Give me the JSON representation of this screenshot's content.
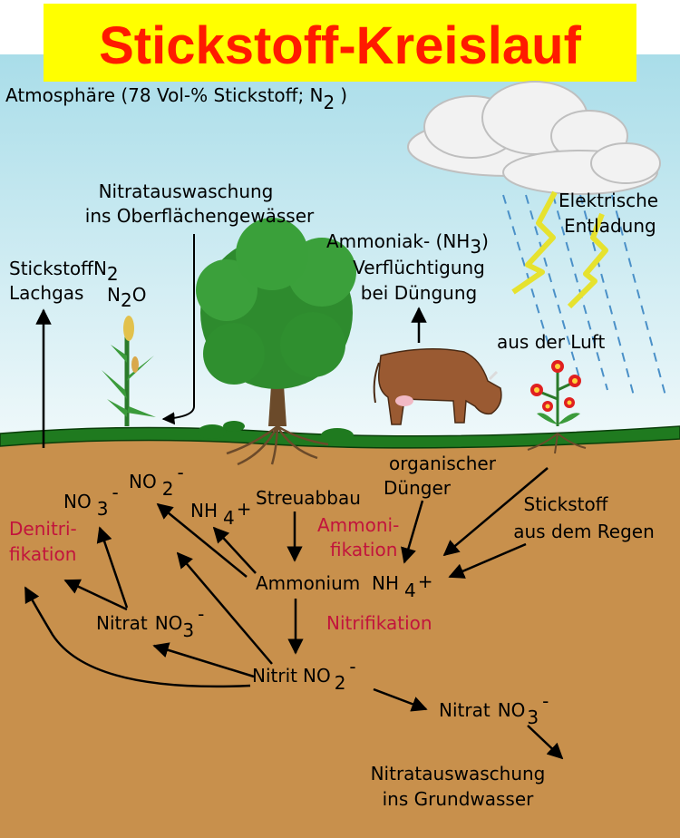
{
  "title": "Stickstoff-Kreislauf",
  "atmosphere": {
    "text": "Atmosphäre (78 Vol-% Stickstoff; N",
    "sub": "2",
    "close": ")"
  },
  "labels": {
    "leaching_surface_1": "Nitratauswaschung",
    "leaching_surface_2": "ins Oberflächengewässer",
    "nitrogen": "Stickstoff",
    "n2_n": "N",
    "n2_sub": "2",
    "laughing_gas": "Lachgas",
    "n2o_n": "N",
    "n2o_sub": "2",
    "n2o_o": "O",
    "ammonia_1": "Ammoniak- (NH",
    "ammonia_sub": "3",
    "ammonia_close": ")",
    "ammonia_2": "Verflüchtigung",
    "ammonia_3": "bei Düngung",
    "lightning_1": "Elektrische",
    "lightning_2": "Entladung",
    "from_air": "aus der Luft",
    "organic_1": "organischer",
    "organic_2": "Dünger",
    "rain_1": "Stickstoff",
    "rain_2": "aus dem Regen",
    "litter": "Streuabbau",
    "ammonification_1": "Ammoni-",
    "ammonification_2": "fikation",
    "denitrification_1": "Denitri-",
    "denitrification_2": "fikation",
    "nitrification": "Nitrifikation",
    "ammonium": "Ammonium",
    "nh4_a": "NH",
    "nh4_sub": "4",
    "nh4_sup": "+",
    "no3_a": "NO",
    "no3_sub": "3",
    "no3_sup": "-",
    "no2_a": "NO",
    "no2_sub": "2",
    "no2_sup": "-",
    "nh4top_a": "NH",
    "nh4top_sub": "4",
    "nh4top_sup": "+",
    "nitrate_mid": "Nitrat",
    "nitrate_mid_a": "NO",
    "nitrate_mid_sub": "3",
    "nitrate_mid_sup": "-",
    "nitrite": "Nitrit",
    "nitrite_a": "NO",
    "nitrite_sub": "2",
    "nitrite_sup": "-",
    "nitrate_low": "Nitrat",
    "nitrate_low_a": "NO",
    "nitrate_low_sub": "3",
    "nitrate_low_sup": "-",
    "leaching_ground_1": "Nitratauswaschung",
    "leaching_ground_2": "ins Grundwasser"
  },
  "colors": {
    "sky_top": "#b6e3ee",
    "sky_bottom": "#e9f6f9",
    "soil": "#c8904c",
    "grass": "#1f7a1f",
    "title_bg": "#ffff00",
    "title_fg": "#ff1a00",
    "process_red": "#c2143c",
    "tree": "#2e8b2e",
    "cow": "#9a5a32",
    "lightning": "#e8e83a",
    "rain": "#4a90c8"
  }
}
